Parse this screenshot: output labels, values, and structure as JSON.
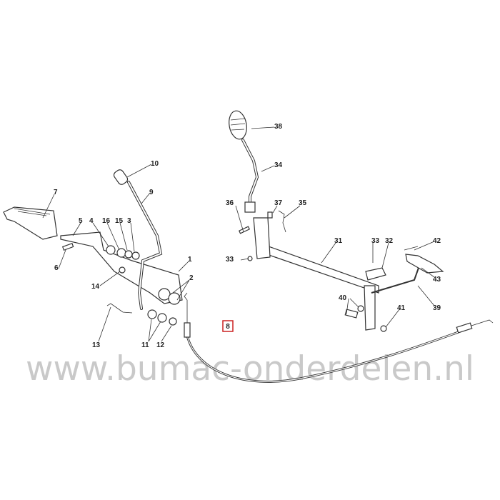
{
  "watermark": "www.bumac-onderdelen.nl",
  "highlight_color": "#cc2222",
  "highlighted_part": "8",
  "labels": {
    "p1": "1",
    "p2": "2",
    "p3": "3",
    "p4": "4",
    "p5": "5",
    "p6": "6",
    "p7": "7",
    "p8": "8",
    "p9": "9",
    "p10": "10",
    "p11": "11",
    "p12": "12",
    "p13": "13",
    "p14": "14",
    "p15": "15",
    "p16": "16",
    "p31": "31",
    "p32": "32",
    "p33a": "33",
    "p33b": "33",
    "p34": "34",
    "p35": "35",
    "p36": "36",
    "p37": "37",
    "p38": "38",
    "p39": "39",
    "p40": "40",
    "p41": "41",
    "p42": "42",
    "p43": "43"
  }
}
